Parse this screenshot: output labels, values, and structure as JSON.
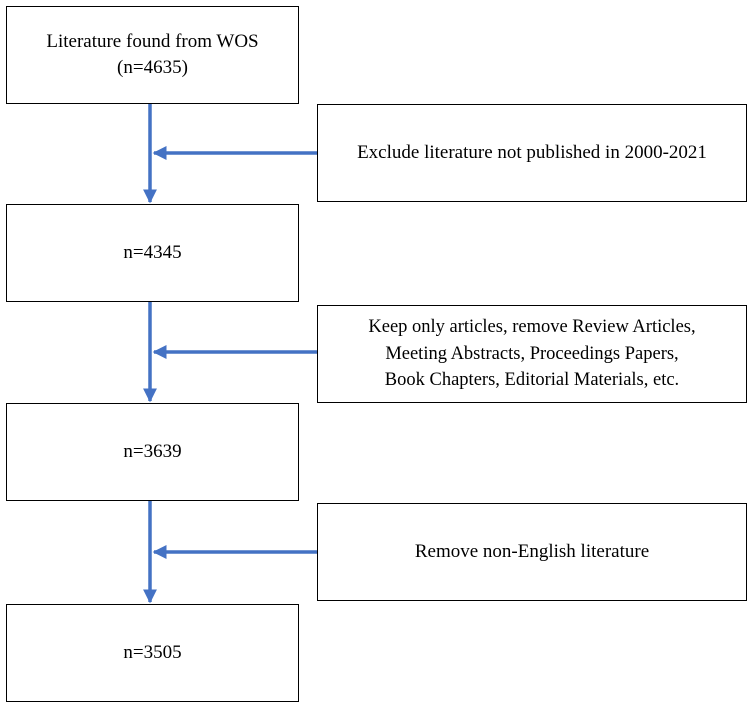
{
  "diagram": {
    "line_color": "#4472C4",
    "steps": [
      {
        "id": "step-1",
        "lines": [
          "Literature found from WOS",
          "(n=4635)"
        ]
      },
      {
        "id": "step-2",
        "lines": [
          "n=4345"
        ]
      },
      {
        "id": "step-3",
        "lines": [
          "n=3639"
        ]
      },
      {
        "id": "step-4",
        "lines": [
          "n=3505"
        ]
      }
    ],
    "exclusions": [
      {
        "id": "excl-1",
        "lines": [
          "Exclude literature not published in 2000-2021"
        ]
      },
      {
        "id": "excl-2",
        "lines": [
          "Keep only articles, remove Review Articles,",
          "Meeting Abstracts, Proceedings Papers,",
          "Book Chapters, Editorial Materials, etc."
        ]
      },
      {
        "id": "excl-3",
        "lines": [
          "Remove non-English literature"
        ]
      }
    ]
  }
}
